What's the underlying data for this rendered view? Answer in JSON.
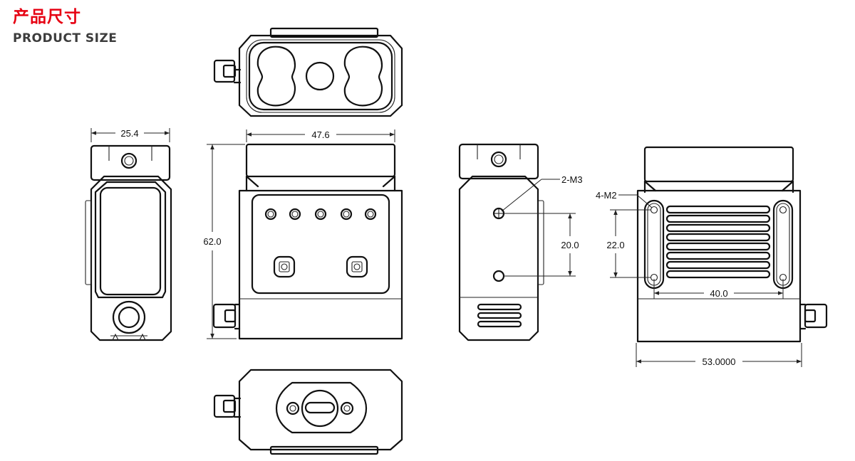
{
  "header": {
    "title_cn": "产品尺寸",
    "title_en": "PRODUCT SIZE"
  },
  "dimensions": {
    "side_width": "25.4",
    "front_width": "47.6",
    "height": "62.0",
    "m3_label": "2-M3",
    "m3_spacing": "20.0",
    "m2_label": "4-M2",
    "m2_vertical": "22.0",
    "m2_horizontal": "40.0",
    "back_width": "53.0000"
  },
  "colors": {
    "title_red": "#e60012",
    "title_gray": "#3c3c3c",
    "line": "#111111"
  }
}
